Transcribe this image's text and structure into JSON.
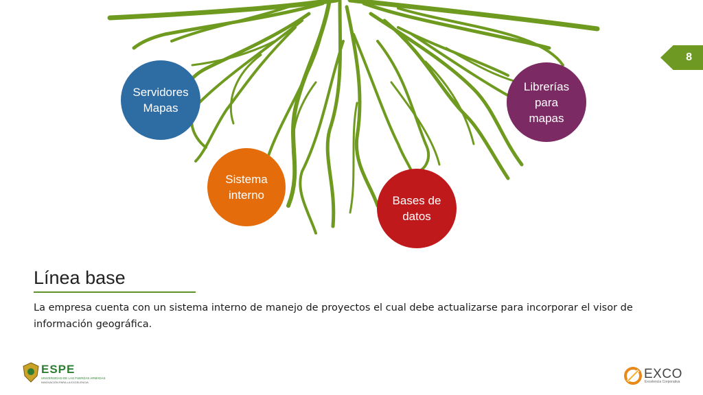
{
  "slide": {
    "page_number": "8",
    "title": "Línea base",
    "body": "La empresa cuenta con un sistema interno de manejo de proyectos el cual debe actualizarse para incorporar el visor de información geográfica."
  },
  "nodes": [
    {
      "label": "Servidores\nMapas",
      "color": "#2e6ca4"
    },
    {
      "label": "Sistema\ninterno",
      "color": "#e46c0a"
    },
    {
      "label": "Bases de\ndatos",
      "color": "#c0191c"
    },
    {
      "label": "Librerías\npara\nmapas",
      "color": "#7b2a63"
    }
  ],
  "colors": {
    "root_green": "#6f9a20",
    "accent_green": "#5e9226"
  },
  "logos": {
    "left": {
      "name": "ESPE",
      "subtitle": "UNIVERSIDAD DE LAS FUERZAS ARMADAS",
      "tagline": "INNOVACIÓN PARA LA EXCELENCIA"
    },
    "right": {
      "name": "EXCO",
      "subtitle": "Excelencia Corporativa"
    }
  }
}
